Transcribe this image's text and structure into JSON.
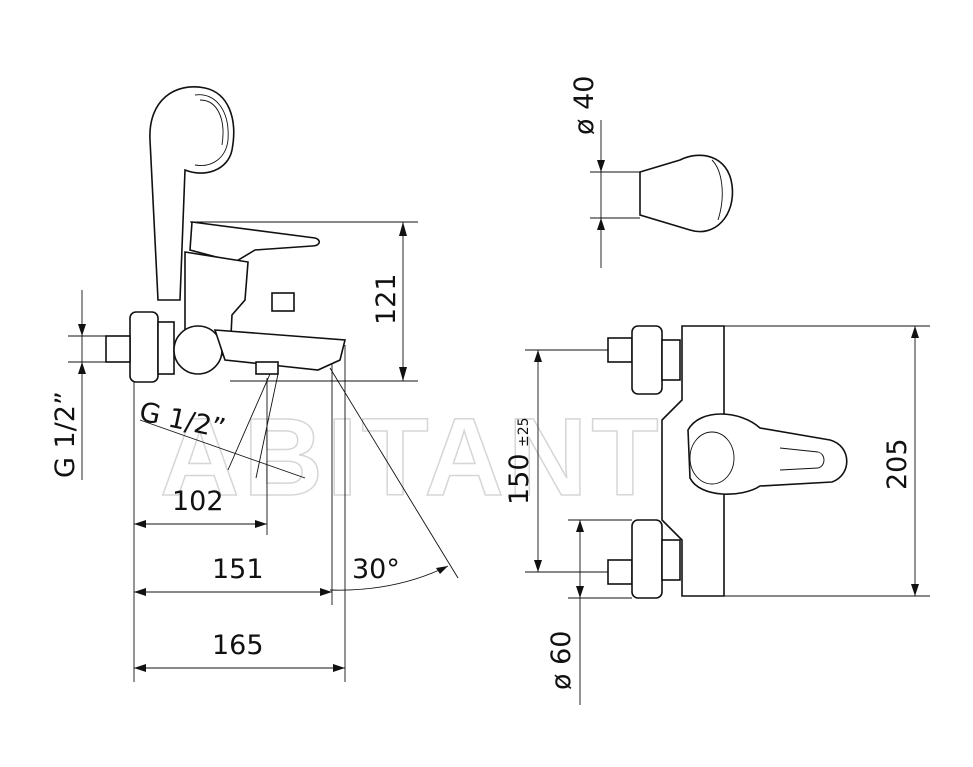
{
  "watermark": "ABITANT",
  "dimensions": {
    "height_side": "121",
    "thread_left": "G 1/2”",
    "thread_bottom": "G 1/2”",
    "width_102": "102",
    "width_151": "151",
    "width_165": "165",
    "angle": "30°",
    "head_diameter": "ø 40",
    "spacing": "150",
    "spacing_tol": "±25",
    "height_front": "205",
    "rosette_diameter": "ø 60"
  }
}
